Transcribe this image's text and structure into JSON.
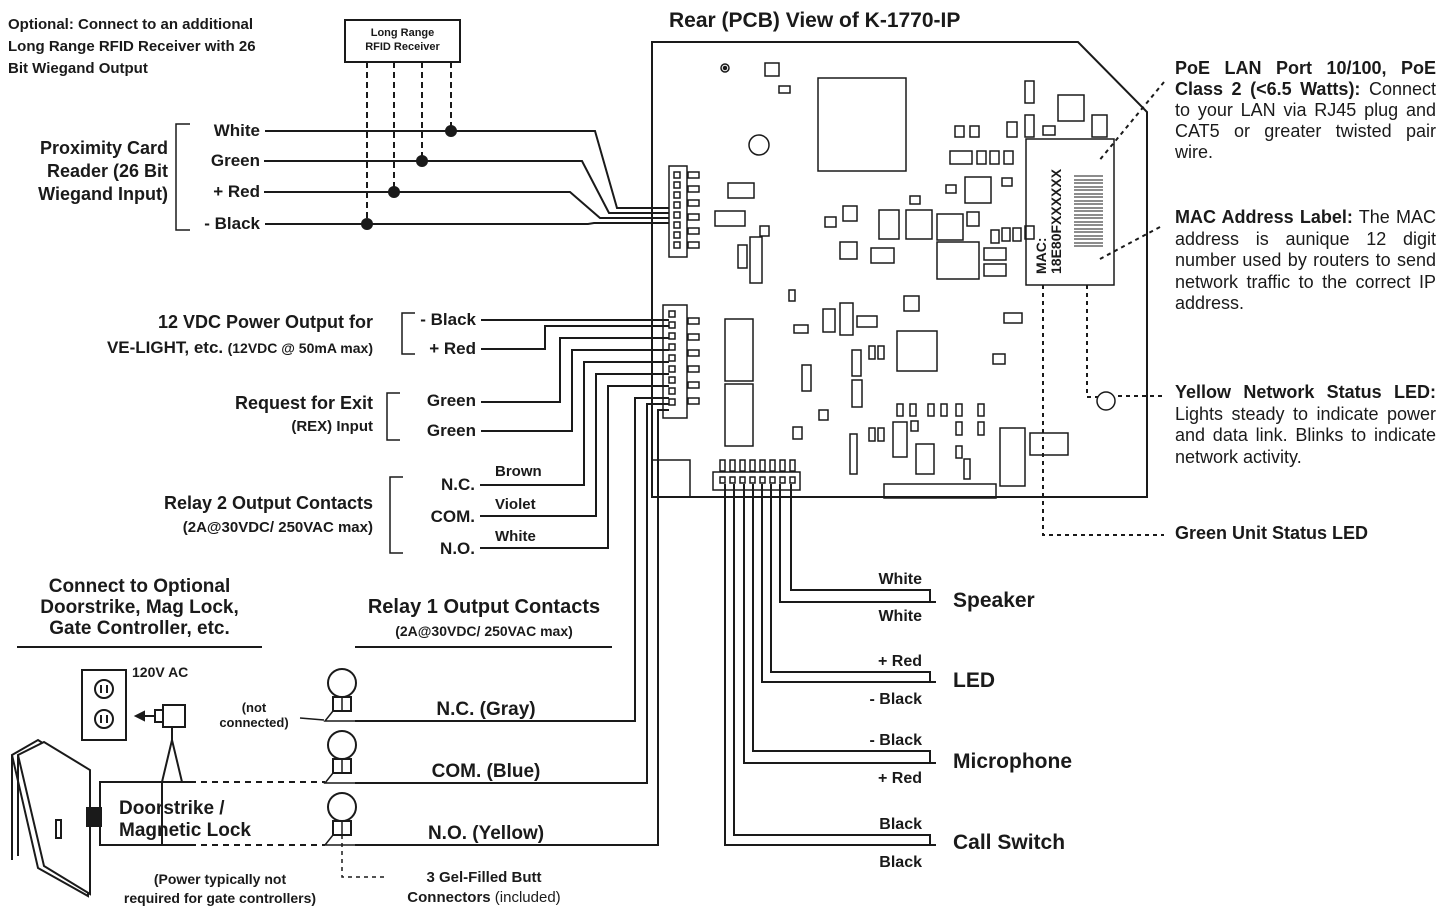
{
  "title": "Rear (PCB) View of K-1770-IP",
  "optional_rfid": {
    "note": [
      "Optional: Connect to an additional",
      "Long Range RFID Receiver with 26",
      "Bit Wiegand Output"
    ],
    "box_label": [
      "Long Range",
      "RFID Receiver"
    ]
  },
  "prox_reader": {
    "label": [
      "Proximity Card",
      "Reader (26 Bit",
      "Wiegand Input)"
    ],
    "wires": [
      "White",
      "Green",
      "+ Red",
      "- Black"
    ]
  },
  "power_output": {
    "label_line1": "12 VDC Power Output for",
    "label_line2": "VE-LIGHT, etc.",
    "label_line2_small": "(12VDC @ 50mA max)",
    "wires": [
      "- Black",
      "+ Red"
    ]
  },
  "rex": {
    "label_line1": "Request for Exit",
    "label_line2": "(REX) Input",
    "wires": [
      "Green",
      "Green"
    ]
  },
  "relay2": {
    "label_line1": "Relay  2 Output Contacts",
    "label_line2": "(2A@30VDC/ 250VAC max)",
    "terminals": [
      "N.C.",
      "COM.",
      "N.O."
    ],
    "colors": [
      "Brown",
      "Violet",
      "White"
    ]
  },
  "connect_optional": [
    "Connect to Optional",
    "Doorstrike, Mag Lock,",
    "Gate Controller, etc."
  ],
  "relay1": {
    "title": "Relay 1 Output Contacts",
    "subtitle": "(2A@30VDC/ 250VAC max)",
    "wires": [
      "N.C. (Gray)",
      "COM. (Blue)",
      "N.O. (Yellow)"
    ],
    "not_connected": [
      "(not",
      "connected)"
    ]
  },
  "outlet_label": "120V AC",
  "doorstrike": [
    "Doorstrike /",
    "Magnetic Lock"
  ],
  "power_note": [
    "(Power typically not",
    "required for gate controllers)"
  ],
  "butt_connectors": {
    "line1": "3 Gel-Filled Butt",
    "line2_bold": "Connectors",
    "line2_normal": " (included)"
  },
  "bottom_connector": {
    "speaker": {
      "label": "Speaker",
      "wires": [
        "White",
        "White"
      ]
    },
    "led": {
      "label": "LED",
      "wires": [
        "+ Red",
        "- Black"
      ]
    },
    "microphone": {
      "label": "Microphone",
      "wires": [
        "- Black",
        "+ Red"
      ]
    },
    "call_switch": {
      "label": "Call Switch",
      "wires": [
        "Black",
        "Black"
      ]
    }
  },
  "mac_label": {
    "line1": "MAC:",
    "line2": "18E80FXXXXXX"
  },
  "annotations": {
    "poe": {
      "bold": "PoE LAN Port 10/100, PoE Class 2 (<6.5 Watts):",
      "text": " Connect to your LAN via RJ45 plug and CAT5 or greater twisted pair wire."
    },
    "mac": {
      "bold": "MAC Address Label:",
      "text": " The MAC address is aunique 12 digit number used by routers to send network traffic to the correct IP address."
    },
    "yellow_led": {
      "bold": "Yellow Network Status LED:",
      "text": " Lights steady to indicate power and data link. Blinks to indicate network activity."
    },
    "green_led": {
      "bold": "Green Unit Status LED"
    }
  }
}
